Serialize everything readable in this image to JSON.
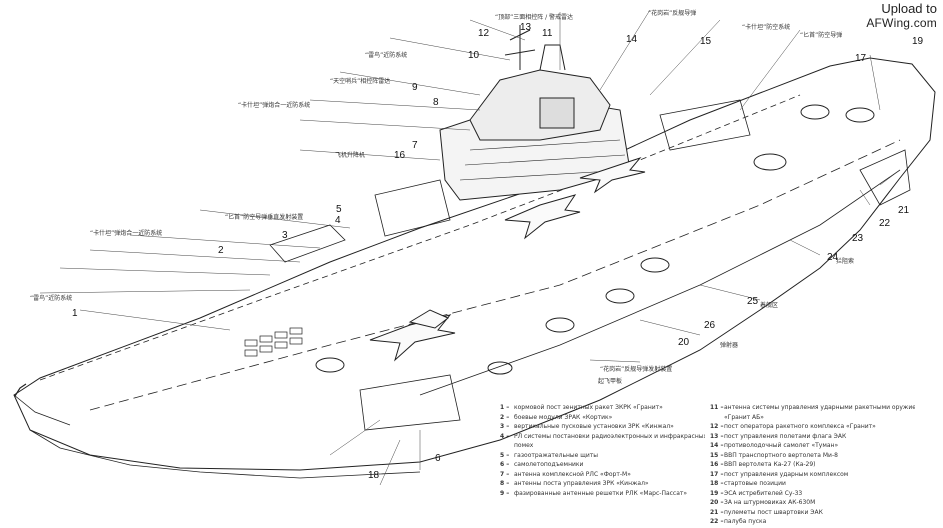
{
  "watermark": {
    "line1": "Upload to",
    "line2": "AFWing.com"
  },
  "callout_numbers": {
    "n1": "1",
    "n2": "2",
    "n3": "3",
    "n4": "4",
    "n5": "5",
    "n6": "6",
    "n7": "7",
    "n8": "8",
    "n9": "9",
    "n10": "10",
    "n11": "11",
    "n12": "12",
    "n13": "13",
    "n14": "14",
    "n15": "15",
    "n16": "16",
    "n17": "17",
    "n18": "18",
    "n19": "19",
    "n20": "20",
    "n21": "21",
    "n22": "22",
    "n23": "23",
    "n24": "24",
    "n25": "25",
    "n26": "26"
  },
  "captions": {
    "top_a": "“顶部”三面相控阵 / 警戒雷达",
    "top_b": "“花岗岩”反舰导弹",
    "left_a": "“天空哨兵”相控阵雷达",
    "left_b": "“卡什坦”弹炮合一近防系统",
    "left_c": "“雷鸟”近防系统",
    "left_d": "飞机升降机",
    "left_e": "“匕首”防空导弹垂直发射装置",
    "left_f": "“卡什坦”弹炮合一近防系统",
    "left_g": "“雷鸟”近防系统",
    "right_a": "“卡什坦”防空系统",
    "right_b": "“匕首”防空导弹",
    "mid_a": "拦阻索",
    "mid_b": "着舰区",
    "mid_c": "弹射器",
    "bot_a": "“花岗岩”反舰导弹发射装置",
    "bot_b": "起飞甲板"
  },
  "legend": {
    "left": [
      {
        "n": "1 –",
        "t": "кормовой пост зенитных ракет ЗКРК «Гранит»"
      },
      {
        "n": "2 –",
        "t": "боевые модули ЗРАК «Кортик»"
      },
      {
        "n": "3 –",
        "t": "вертикальные пусковые установки ЗРК «Кинжал»"
      },
      {
        "n": "4 –",
        "t": "РЛ системы постановки радиоэлектронных и инфракрасных"
      },
      {
        "n": "",
        "t": "помех"
      },
      {
        "n": "5 –",
        "t": "газоотражательные щиты"
      },
      {
        "n": "6 –",
        "t": "самолетоподъемники"
      },
      {
        "n": "7 –",
        "t": "антенна комплексной РЛС «Форт-М»"
      },
      {
        "n": "8 –",
        "t": "антенны поста управления ЗРК «Кинжал»"
      },
      {
        "n": "9 –",
        "t": "фазированные антенные решетки РЛК «Марс-Пассат»"
      }
    ],
    "right": [
      {
        "n": "11 –",
        "t": "антенна системы управления ударными ракетными оружием"
      },
      {
        "n": "",
        "t": "«Гранит АБ»"
      },
      {
        "n": "12 –",
        "t": "пост оператора ракетного комплекса «Гранит»"
      },
      {
        "n": "13 –",
        "t": "пост управления полетами флага ЭАК"
      },
      {
        "n": "14 –",
        "t": "противолодочный самолет «Туман»"
      },
      {
        "n": "15 –",
        "t": "ВВП транспортного вертолета Ми-8"
      },
      {
        "n": "16 –",
        "t": "ВВП вертолета Ка-27 (Ка-29)"
      },
      {
        "n": "17 –",
        "t": "пост управления ударным комплексом"
      },
      {
        "n": "18 –",
        "t": "стартовые позиции"
      },
      {
        "n": "19 –",
        "t": "ЭСА истребителей Су-33"
      },
      {
        "n": "20 –",
        "t": "ЗА на штурмовиках АК-630М"
      },
      {
        "n": "21 –",
        "t": "пулеметы пост швартовки ЭАК"
      },
      {
        "n": "22 –",
        "t": "палуба пуска"
      }
    ]
  }
}
